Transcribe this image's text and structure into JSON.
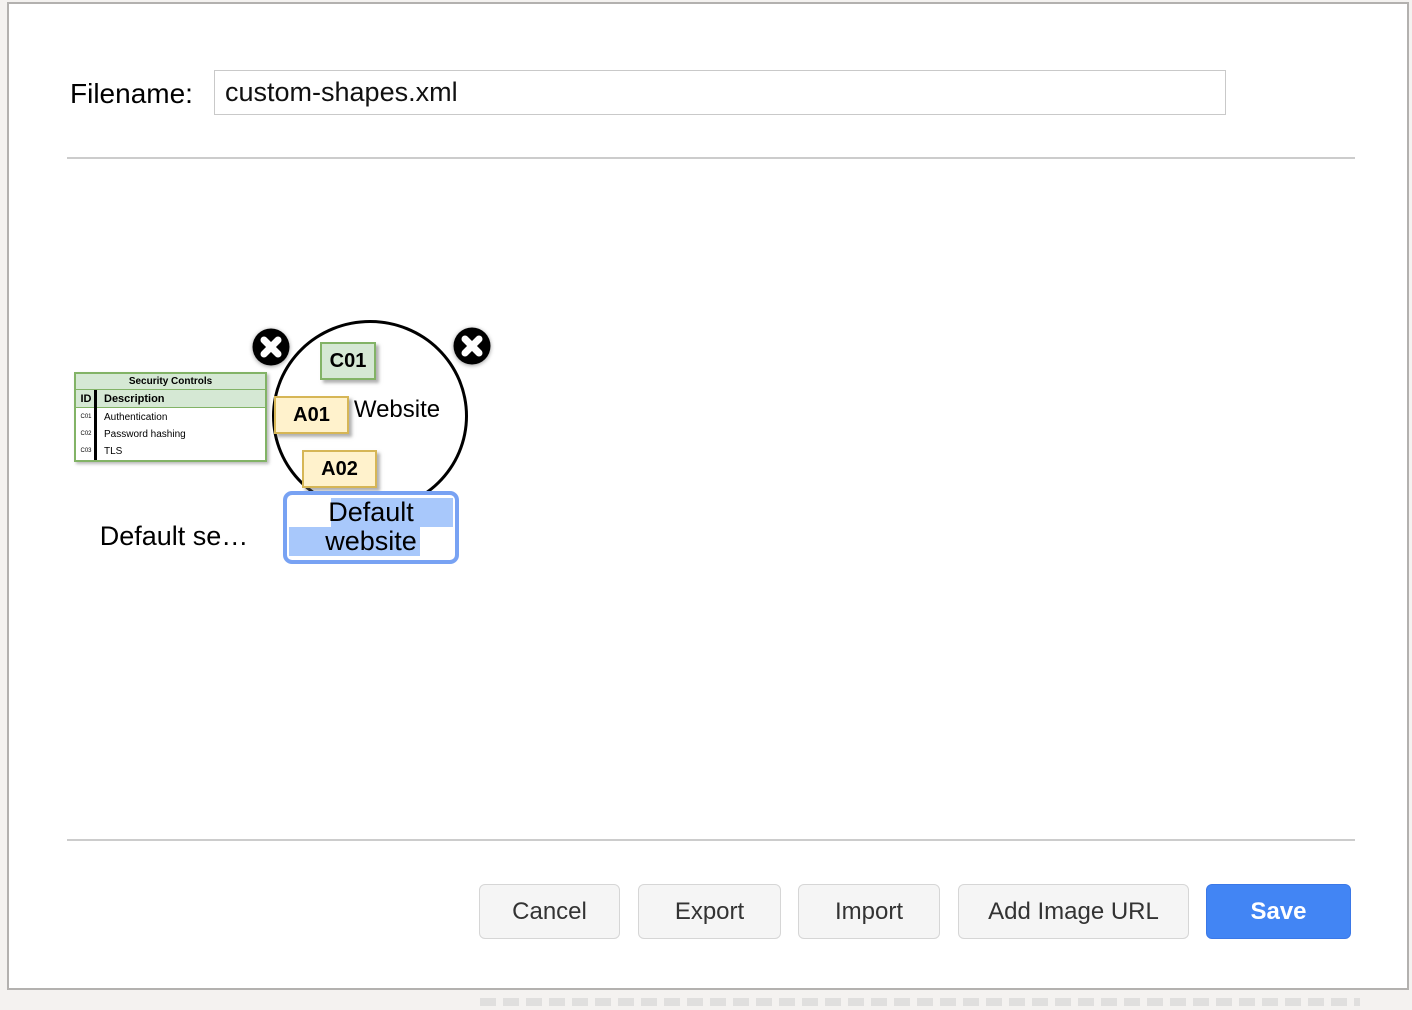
{
  "dialog": {
    "filename_label": "Filename:",
    "filename_value": "custom-shapes.xml",
    "buttons": {
      "cancel": "Cancel",
      "export": "Export",
      "import": "Import",
      "add_image_url": "Add Image URL",
      "save": "Save"
    }
  },
  "shapes": [
    {
      "label": "Default se…",
      "table": {
        "title": "Security Controls",
        "columns": {
          "id": "ID",
          "description": "Description"
        },
        "rows": [
          {
            "id": "C01",
            "description": "Authentication"
          },
          {
            "id": "C02",
            "description": "Password hashing"
          },
          {
            "id": "C03",
            "description": "TLS"
          }
        ]
      }
    },
    {
      "label_line1": "Default",
      "label_line2": "website",
      "nodes": {
        "c01": "C01",
        "a01": "A01",
        "a02": "A02",
        "website": "Website"
      }
    }
  ],
  "colors": {
    "green_fill": "#d5e8d4",
    "green_stroke": "#82b366",
    "yellow_fill": "#fff2cc",
    "yellow_stroke": "#d6b656",
    "selection_highlight": "#a8c8fb",
    "selection_border": "#78a2f3",
    "save_button_blue": "#4285f4"
  }
}
